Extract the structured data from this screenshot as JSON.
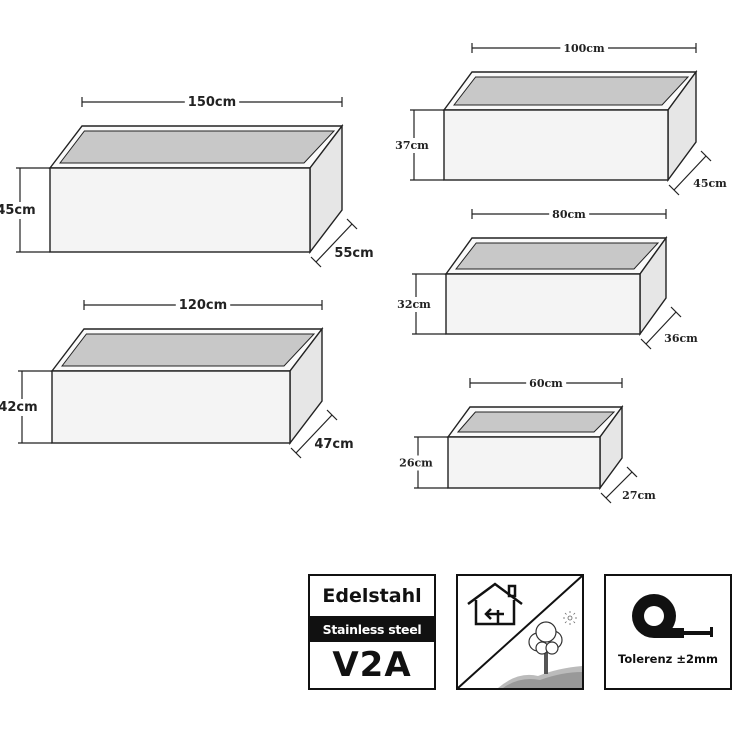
{
  "planters": [
    {
      "id": "150",
      "width_label": "150cm",
      "height_label": "45cm",
      "depth_label": "55cm"
    },
    {
      "id": "120",
      "width_label": "120cm",
      "height_label": "42cm",
      "depth_label": "47cm"
    },
    {
      "id": "100",
      "width_label": "100cm",
      "height_label": "37cm",
      "depth_label": "45cm"
    },
    {
      "id": "80",
      "width_label": "80cm",
      "height_label": "32cm",
      "depth_label": "36cm"
    },
    {
      "id": "60",
      "width_label": "60cm",
      "height_label": "26cm",
      "depth_label": "27cm"
    }
  ],
  "badges": {
    "material": {
      "title": "Edelstahl",
      "subtitle": "Stainless steel",
      "grade": "V2A"
    },
    "usage": {
      "icons": [
        "house-icon",
        "garden-tree-icon"
      ]
    },
    "tolerance": {
      "label": "Tolerenz ±2mm",
      "icon": "tape-measure-icon"
    }
  }
}
